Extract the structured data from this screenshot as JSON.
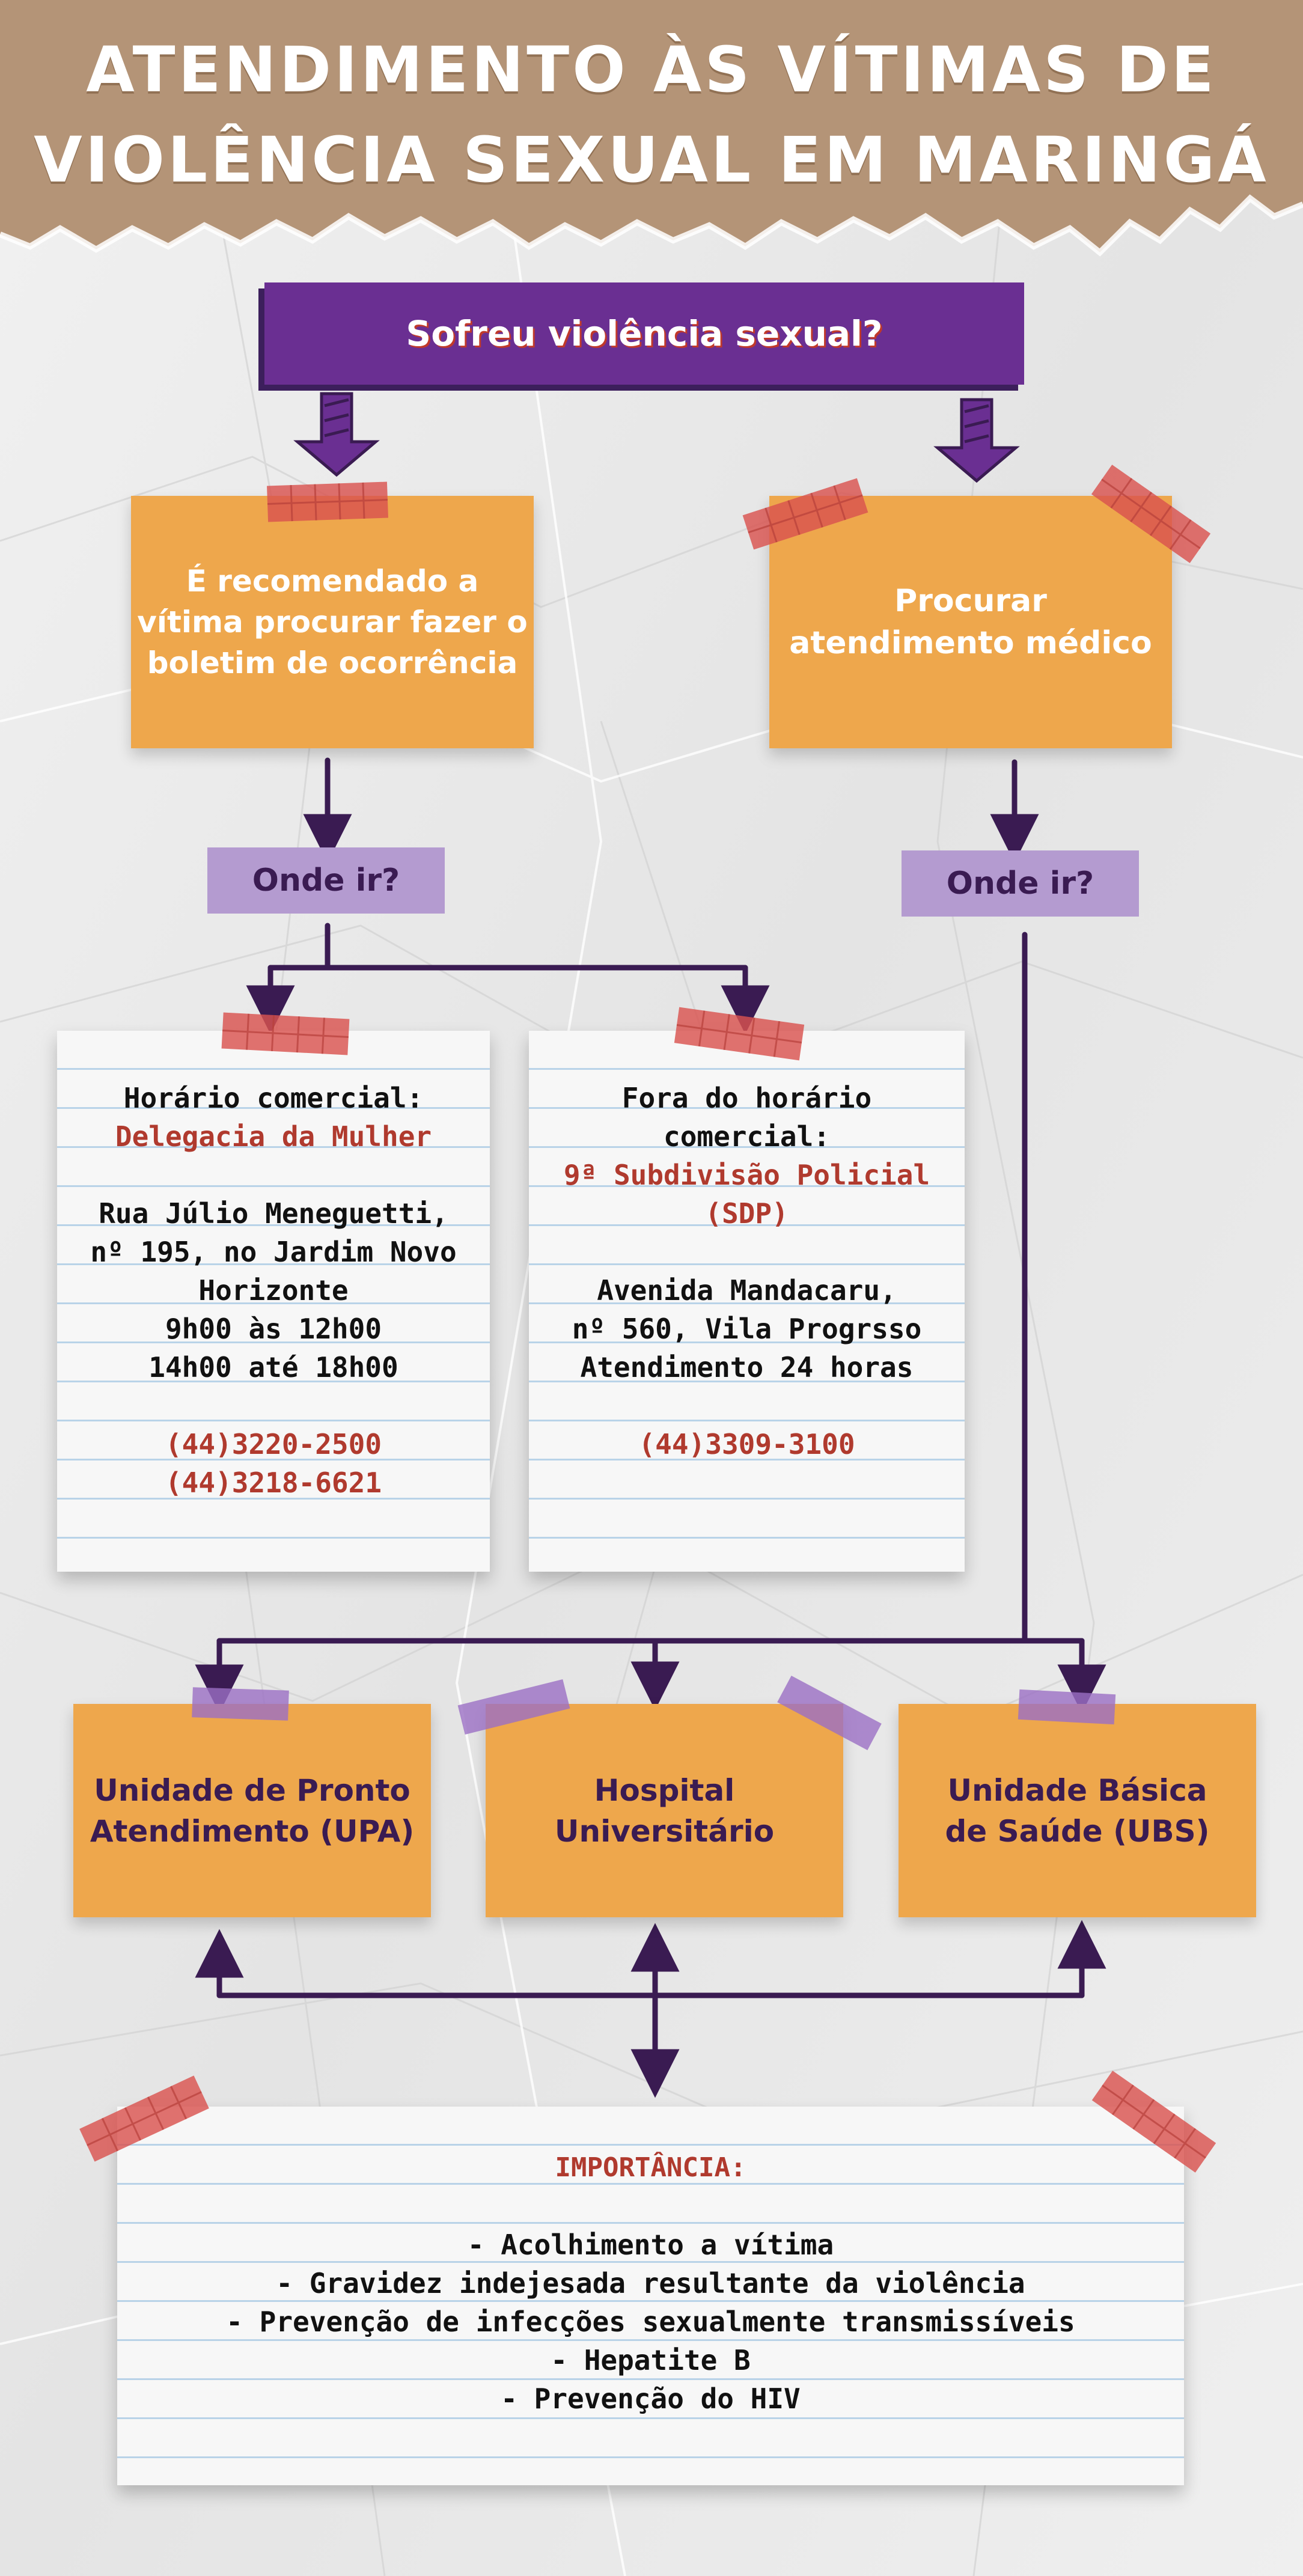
{
  "header": {
    "title_line1": "ATENDIMENTO ÀS VÍTIMAS DE",
    "title_line2": "VIOLÊNCIA SEXUAL EM MARINGÁ"
  },
  "question": "Sofreu violência sexual?",
  "left_branch": {
    "box": "É recomendado a\nvítima procurar fazer o\nboletim de ocorrência",
    "tag": "Onde ir?"
  },
  "right_branch": {
    "box": "Procurar\natendimento médico",
    "tag": "Onde ir?"
  },
  "note_delegacia": {
    "line1": "Horário comercial:",
    "name": "Delegacia da Mulher",
    "address1": "Rua Júlio Meneguetti,",
    "address2": "nº 195, no Jardim Novo",
    "address3": "Horizonte",
    "hours1": "9h00 às 12h00",
    "hours2": "14h00 até 18h00",
    "phone1": "(44)3220-2500",
    "phone2": "(44)3218-6621"
  },
  "note_sdp": {
    "line1": "Fora do horário",
    "line2": "comercial:",
    "name1": "9ª Subdivisão Policial",
    "name2": "(SDP)",
    "address1": "Avenida Mandacaru,",
    "address2": "nº 560, Vila Progrsso",
    "hours": "Atendimento 24 horas",
    "phone": "(44)3309-3100"
  },
  "health_units": [
    "Unidade de Pronto\nAtendimento (UPA)",
    "Hospital\nUniversitário",
    "Unidade Básica\nde Saúde (UBS)"
  ],
  "importance": {
    "title": "IMPORTÂNCIA:",
    "items": [
      "- Acolhimento a vítima",
      "- Gravidez indejesada resultante da violência",
      "- Prevenção de infecções sexualmente transmissíveis",
      "- Hepatite B",
      "- Prevenção do HIV"
    ]
  },
  "colors": {
    "purple": "#6a2f92",
    "orange": "#eea74c",
    "lavender": "#b49bd0",
    "arrow": "#3a1b52",
    "red_text": "#b03a2e",
    "header_bg": "#b49477"
  }
}
